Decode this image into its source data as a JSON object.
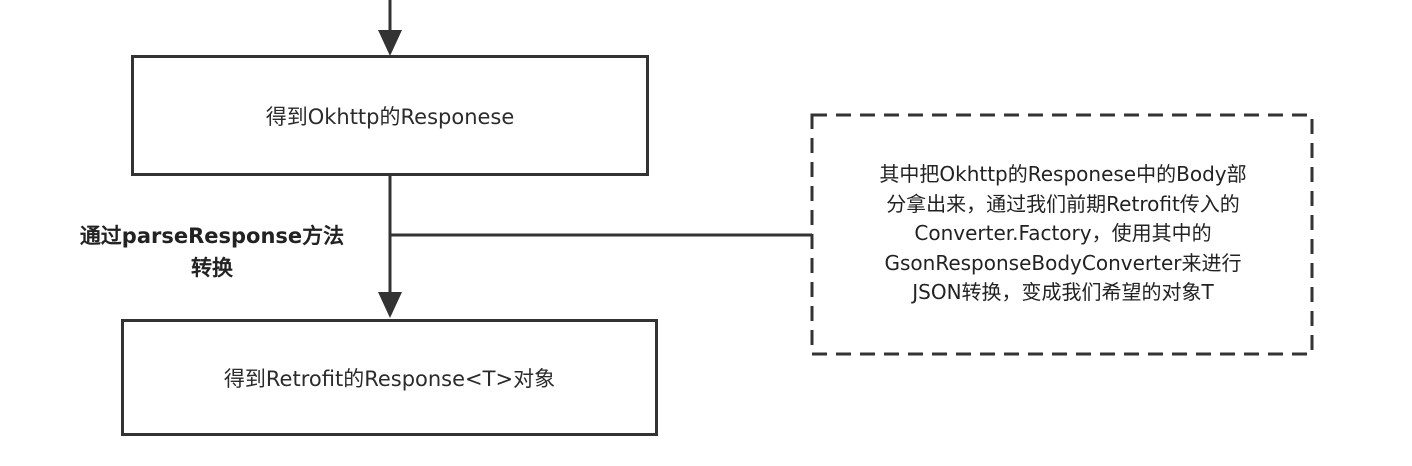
{
  "diagram": {
    "nodes": {
      "top": "得到Okhttp的Responese",
      "bottom": "得到Retrofit的Response<T>对象"
    },
    "edge_label": {
      "line1": "通过parseResponse方法",
      "line2": "转换"
    },
    "note": {
      "lines": [
        "其中把Okhttp的Responese中的Body部",
        "分拿出来，通过我们前期Retrofit传入的",
        "Converter.Factory，使用其中的",
        "GsonResponseBodyConverter来进行",
        "JSON转换，变成我们希望的对象T"
      ]
    }
  }
}
